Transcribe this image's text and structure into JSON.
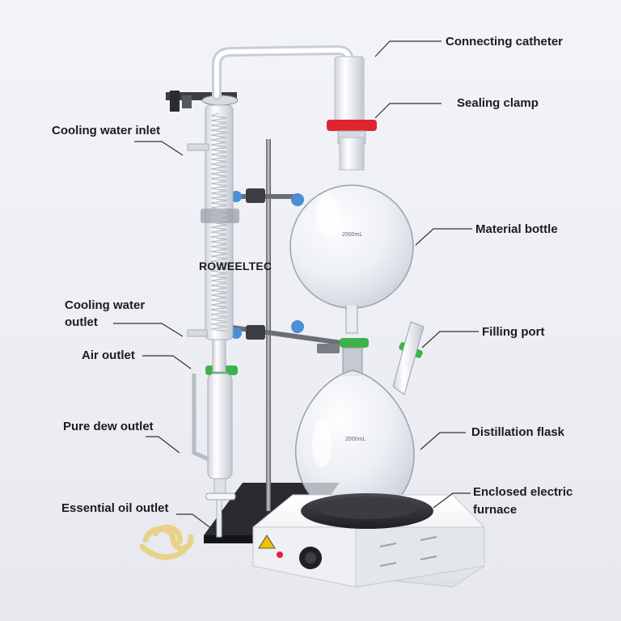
{
  "brand": "ROWEELTEC",
  "labels": {
    "connecting_catheter": "Connecting catheter",
    "sealing_clamp": "Sealing clamp",
    "cooling_water_inlet": "Cooling water inlet",
    "material_bottle": "Material bottle",
    "cooling_water_outlet_1": "Cooling water",
    "cooling_water_outlet_2": "outlet",
    "air_outlet": "Air outlet",
    "filling_port": "Filling port",
    "pure_dew_outlet": "Pure dew outlet",
    "distillation_flask": "Distillation flask",
    "enclosed_furnace_1": "Enclosed electric",
    "enclosed_furnace_2": "furnace",
    "essential_oil_outlet": "Essential oil outlet"
  },
  "flask_volume": "2000mL",
  "colors": {
    "background": "#eceef3",
    "sealing_clamp": "#e0242f",
    "green_clamp": "#3bb34a",
    "blue_knob": "#4a8fd6",
    "label_text": "#1c1c1c",
    "leader_line": "#333333",
    "hose": "#e8d28a"
  }
}
